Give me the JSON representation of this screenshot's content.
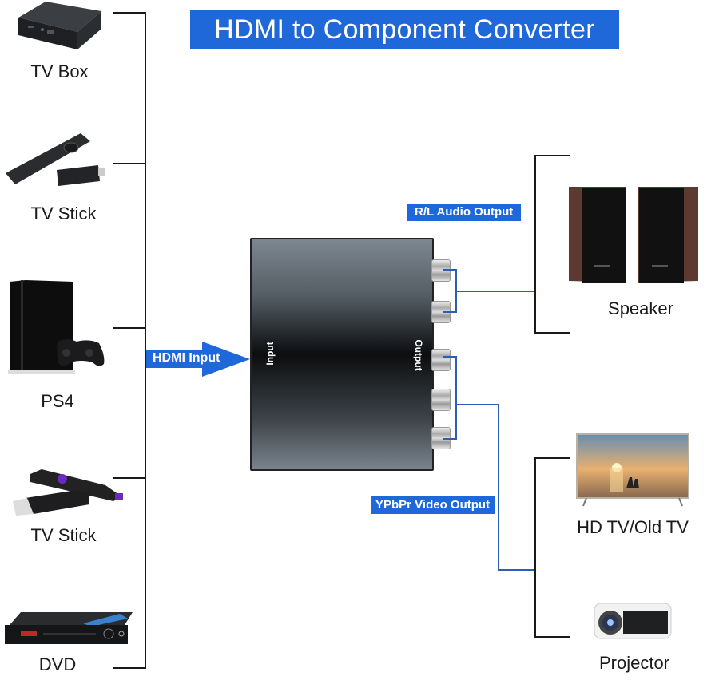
{
  "title": "HDMI to Component Converter",
  "colors": {
    "accent": "#1f68d9",
    "wire_blue": "#2a5fb5",
    "wire_black": "#1a1a1a",
    "text": "#1a1a1a"
  },
  "sources": [
    {
      "label": "TV Box",
      "icon": "tv-box-icon"
    },
    {
      "label": "TV Stick",
      "icon": "fire-tv-stick-icon"
    },
    {
      "label": "PS4",
      "icon": "ps4-console-icon"
    },
    {
      "label": "TV Stick",
      "icon": "roku-stick-icon"
    },
    {
      "label": "DVD",
      "icon": "dvd-player-icon"
    }
  ],
  "hdmi_input_label": "HDMI Input",
  "converter": {
    "input_label": "Input",
    "output_label": "Output"
  },
  "audio_output_label": "R/L Audio Output",
  "video_output_label": "YPbPr Video Output",
  "outputs": [
    {
      "label": "Speaker",
      "icon": "speaker-icon"
    },
    {
      "label": "HD TV/Old TV",
      "icon": "tv-icon"
    },
    {
      "label": "Projector",
      "icon": "projector-icon"
    }
  ]
}
